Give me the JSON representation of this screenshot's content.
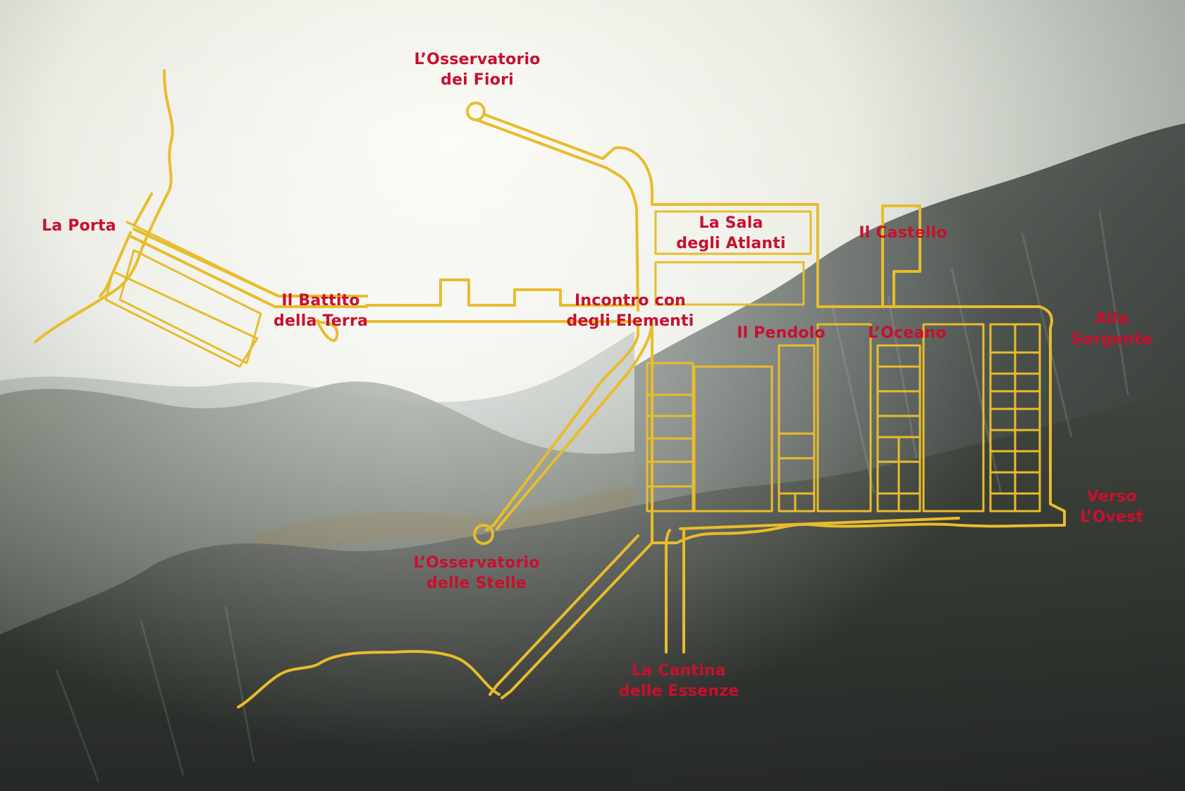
{
  "map": {
    "colors": {
      "path": "#e8bc2c",
      "label": "#c8102e",
      "sky": "#f3f2ea",
      "mountain_dark": "#2e322f"
    },
    "labels": {
      "la_porta": {
        "line1": "La Porta"
      },
      "osservatorio_fiori": {
        "line1": "L’Osservatorio",
        "line2": "dei Fiori"
      },
      "battito_terra": {
        "line1": "Il Battito",
        "line2": "della Terra"
      },
      "sala_atlanti": {
        "line1": "La Sala",
        "line2": "degli Atlanti"
      },
      "castello": {
        "line1": "Il Castello"
      },
      "incontro_elementi": {
        "line1": "Incontro con",
        "line2": "degli Elementi"
      },
      "pendolo": {
        "line1": "Il Pendolo"
      },
      "oceano": {
        "line1": "L’Oceano"
      },
      "alla_sorgente": {
        "line1": "Alla",
        "line2": "Sorgente"
      },
      "verso_ovest": {
        "line1": "Verso",
        "line2": "L’Ovest"
      },
      "osservatorio_stelle": {
        "line1": "L’Osservatorio",
        "line2": "delle Stelle"
      },
      "cantina_essenze": {
        "line1": "La Cantina",
        "line2": "delle Essenze"
      }
    }
  }
}
